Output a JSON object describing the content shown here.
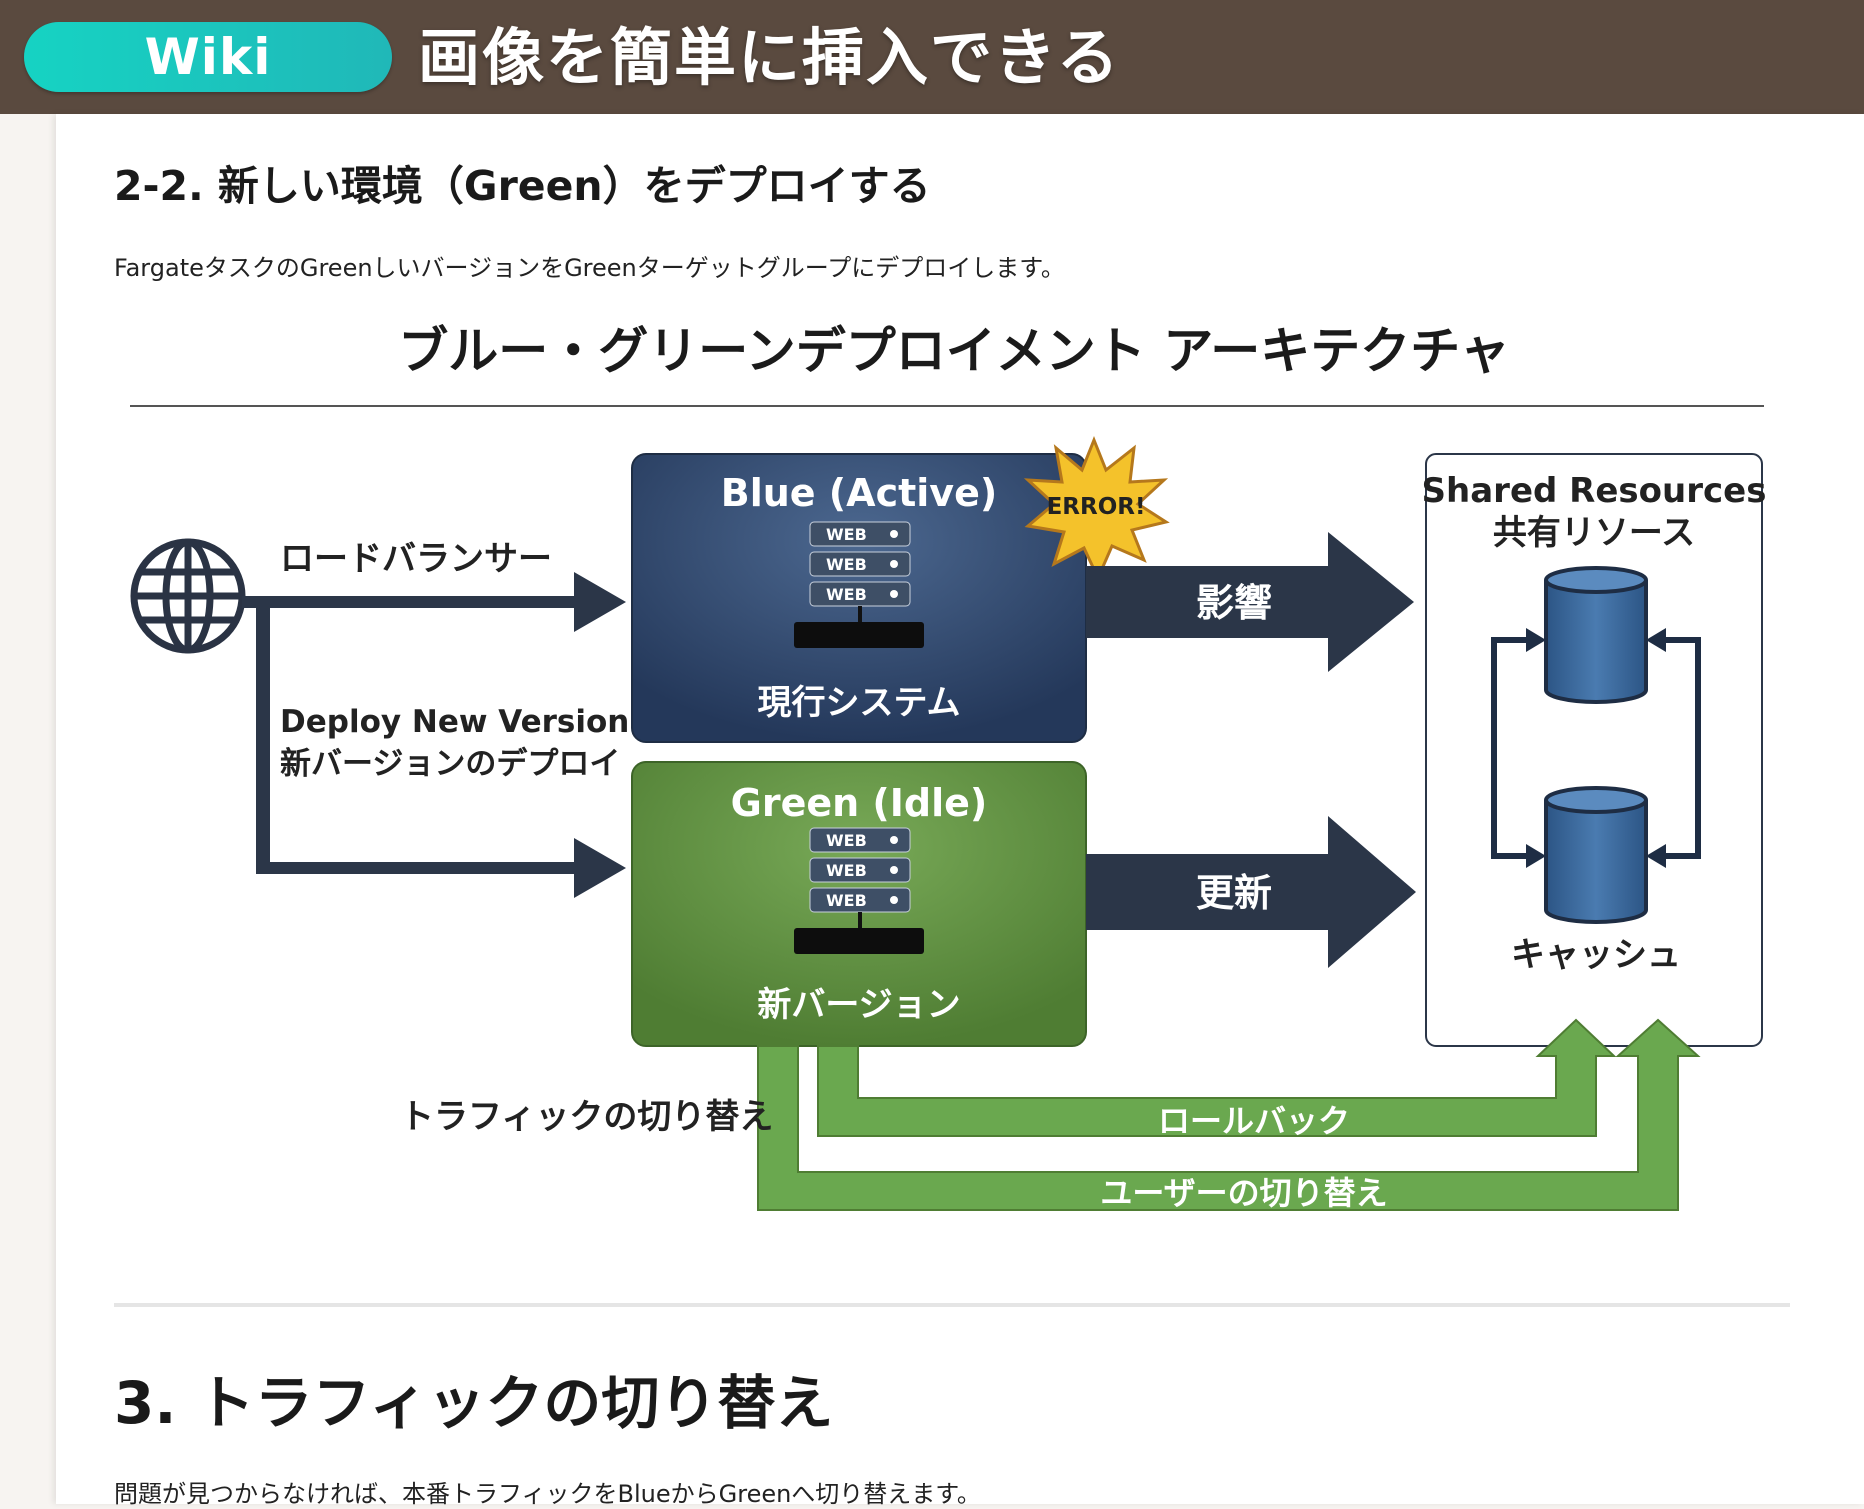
{
  "header": {
    "badge": "Wiki",
    "title": "画像を簡単に挿入できる"
  },
  "section_2_2": {
    "heading": "2-2. 新しい環境（Green）をデプロイする",
    "body": "FargateタスクのGreenしいバージョンをGreenターゲットグループにデプロイします。"
  },
  "diagram": {
    "title": "ブルー・グリーンデプロイメント アーキテクチャ",
    "load_balancer": "ロードバランサー",
    "deploy_label_en": "Deploy New Version",
    "deploy_label_ja": "新バージョンのデプロイ",
    "blue_title": "Blue (Active)",
    "blue_caption": "現行システム",
    "error_badge": "ERROR!",
    "green_title": "Green (Idle)",
    "green_caption": "新バージョン",
    "server_label": "WEB",
    "arrow_blue": "影響",
    "arrow_green": "更新",
    "shared_title_en": "Shared Resources",
    "shared_title_ja": "共有リソース",
    "cache_label": "キャッシュ",
    "traffic_switch": "トラフィックの切り替え",
    "rollback": "ロールバック",
    "user_switch": "ユーザーの切り替え",
    "colors": {
      "blue_box": "#2c4466",
      "green_box": "#5c8c3e",
      "arrow_dark": "#2b3648",
      "green_arrow": "#6aa84f"
    }
  },
  "section_3": {
    "heading": "3. トラフィックの切り替え",
    "body": "問題が見つからなければ、本番トラフィックをBlueからGreenへ切り替えます。"
  }
}
